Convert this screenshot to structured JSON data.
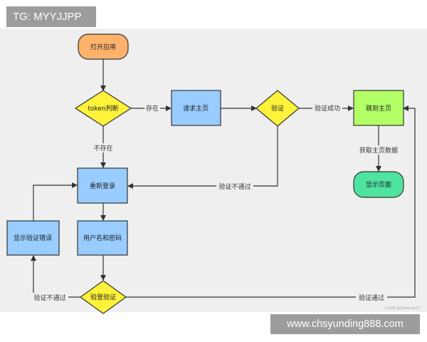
{
  "overlays": {
    "top_watermark": "TG: MYYJJPP",
    "bottom_watermark": "www.chsyunding888.com",
    "credit": "CSDN @Ohfqzvzv07"
  },
  "nodes": {
    "open_app": "打开应用",
    "token_check": "token判断",
    "request_home": "请求主页",
    "verify": "验证",
    "goto_home": "跳到主页",
    "show_page": "显示页面",
    "relogin": "重新登录",
    "username_password": "用户名和密码",
    "login_verify": "验登验证",
    "show_error": "显示验证错误"
  },
  "edges": {
    "exists": "存在",
    "not_exists": "不存在",
    "verify_success": "验证成功",
    "get_home_data": "获取主页数据",
    "verify_fail_relogin": "验证不通过",
    "verify_fail_error": "验证不通过",
    "verify_pass": "验证通过"
  },
  "colors": {
    "start_fill": "#ffb26b",
    "decision_fill": "#fff23a",
    "process_fill": "#99ccff",
    "goto_fill": "#b3ff66",
    "end_fill": "#4fe3a0",
    "stroke": "#333333"
  }
}
